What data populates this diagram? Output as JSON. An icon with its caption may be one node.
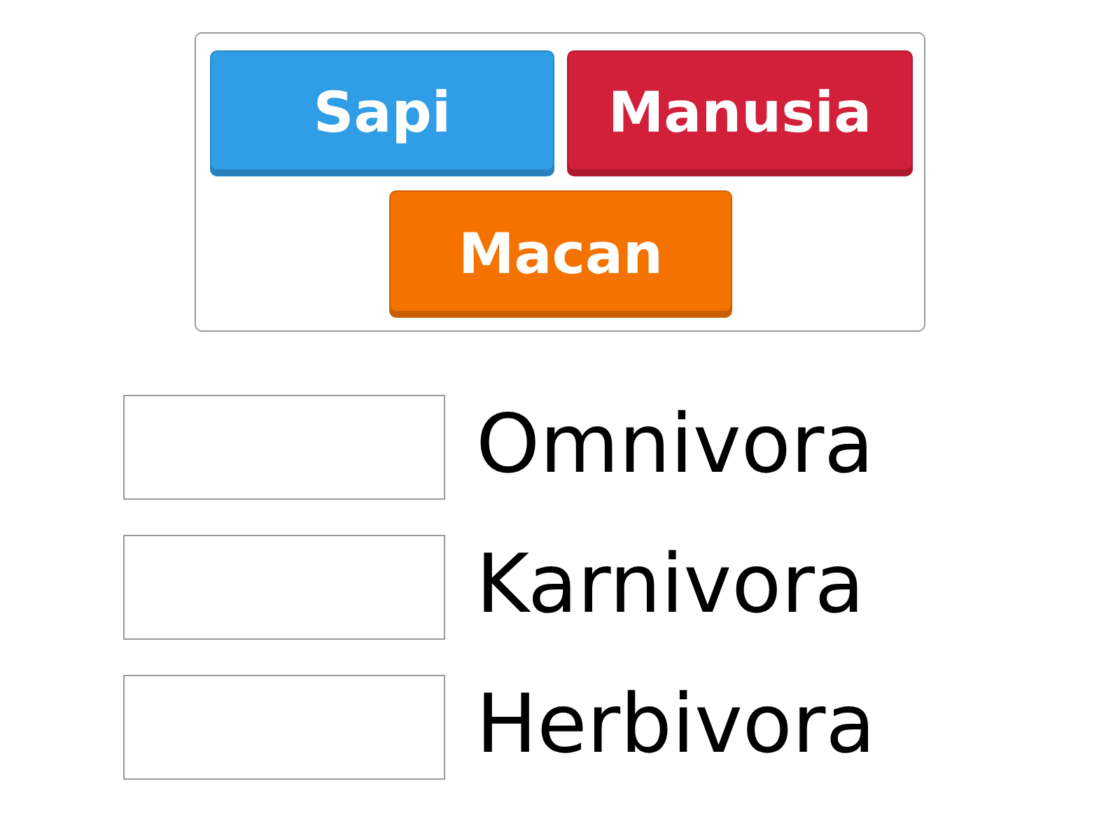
{
  "diagram": {
    "nodes": [
      {
        "text": [],
        "shape": "box"
      },
      {
        "text": [
          "Sapi"
        ],
        "in": 0
      },
      {
        "text": [
          "Manusia"
        ],
        "in": 0
      },
      {
        "text": [
          "Macan"
        ],
        "in": 0
      },
      {
        "text": [],
        "shape": "box",
        "beside": [
          "Omnivora"
        ]
      },
      {
        "text": [],
        "shape": "box",
        "beside": [
          "Karnivora"
        ]
      },
      {
        "text": [],
        "shape": "box",
        "beside": [
          "Herbivora"
        ]
      }
    ],
    "edges": []
  }
}
